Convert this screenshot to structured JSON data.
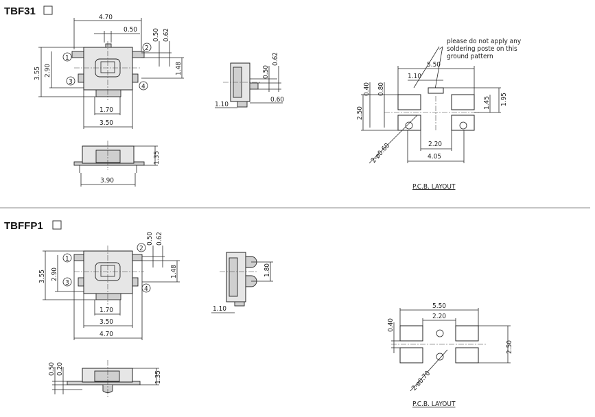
{
  "sections": [
    {
      "title": "TBF31",
      "top_view": {
        "width_overall": "4.70",
        "actuator_width": "0.50",
        "terminal_a": "0.50",
        "terminal_b": "0.62",
        "terminal_pitch": "1.48",
        "height_overall": "3.55",
        "height_body": "2.90",
        "stem_width": "1.70",
        "body_width": "3.50",
        "pins": [
          "1",
          "2",
          "3",
          "4"
        ]
      },
      "front_view": {
        "height": "1.35",
        "width": "3.90"
      },
      "side_view": {
        "dim_a": "0.50",
        "dim_b": "0.62",
        "dim_c": "1.10",
        "dim_d": "0.60"
      },
      "pcb": {
        "width": "5.50",
        "small_pad": "1.10",
        "dim_040": "0.40",
        "dim_080": "0.80",
        "height": "2.50",
        "dim_145": "1.45",
        "dim_195": "1.95",
        "pad_gap": "2.20",
        "hole_pitch": "4.05",
        "holes": "2-ø0.60",
        "note_lines": [
          "please do not apply any",
          "soldering poste on this",
          "ground pattern"
        ],
        "caption": "P.C.B. LAYOUT"
      }
    },
    {
      "title": "TBFFP1",
      "top_view": {
        "terminal_a": "0.50",
        "terminal_b": "0.62",
        "terminal_pitch": "1.48",
        "height_overall": "3.55",
        "height_body": "2.90",
        "stem_width": "1.70",
        "body_width": "3.50",
        "width_overall": "4.70",
        "pins": [
          "1",
          "2",
          "3",
          "4"
        ]
      },
      "front_view": {
        "height": "1.35",
        "dim_a": "0.50",
        "dim_b": "0.20"
      },
      "side_view": {
        "dim_a": "1.80",
        "dim_b": "1.10"
      },
      "pcb": {
        "width": "5.50",
        "pad_gap": "2.20",
        "dim_040": "0.40",
        "height": "2.50",
        "holes": "2-ø0.70",
        "caption": "P.C.B. LAYOUT"
      }
    }
  ]
}
